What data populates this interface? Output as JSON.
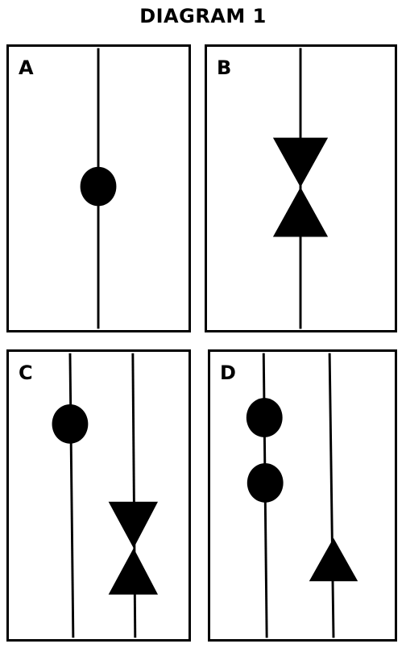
{
  "title": "DIAGRAM 1",
  "panels": [
    {
      "label": "A",
      "lines": 1,
      "symbols": [
        {
          "type": "circle",
          "line": 1
        }
      ]
    },
    {
      "label": "B",
      "lines": 1,
      "symbols": [
        {
          "type": "down-triangle",
          "line": 1
        },
        {
          "type": "up-triangle",
          "line": 1
        }
      ]
    },
    {
      "label": "C",
      "lines": 2,
      "symbols": [
        {
          "type": "circle",
          "line": 1
        },
        {
          "type": "down-triangle",
          "line": 2
        },
        {
          "type": "up-triangle",
          "line": 2
        }
      ]
    },
    {
      "label": "D",
      "lines": 2,
      "symbols": [
        {
          "type": "circle",
          "line": 1
        },
        {
          "type": "circle",
          "line": 1
        },
        {
          "type": "up-triangle",
          "line": 2
        }
      ]
    }
  ]
}
